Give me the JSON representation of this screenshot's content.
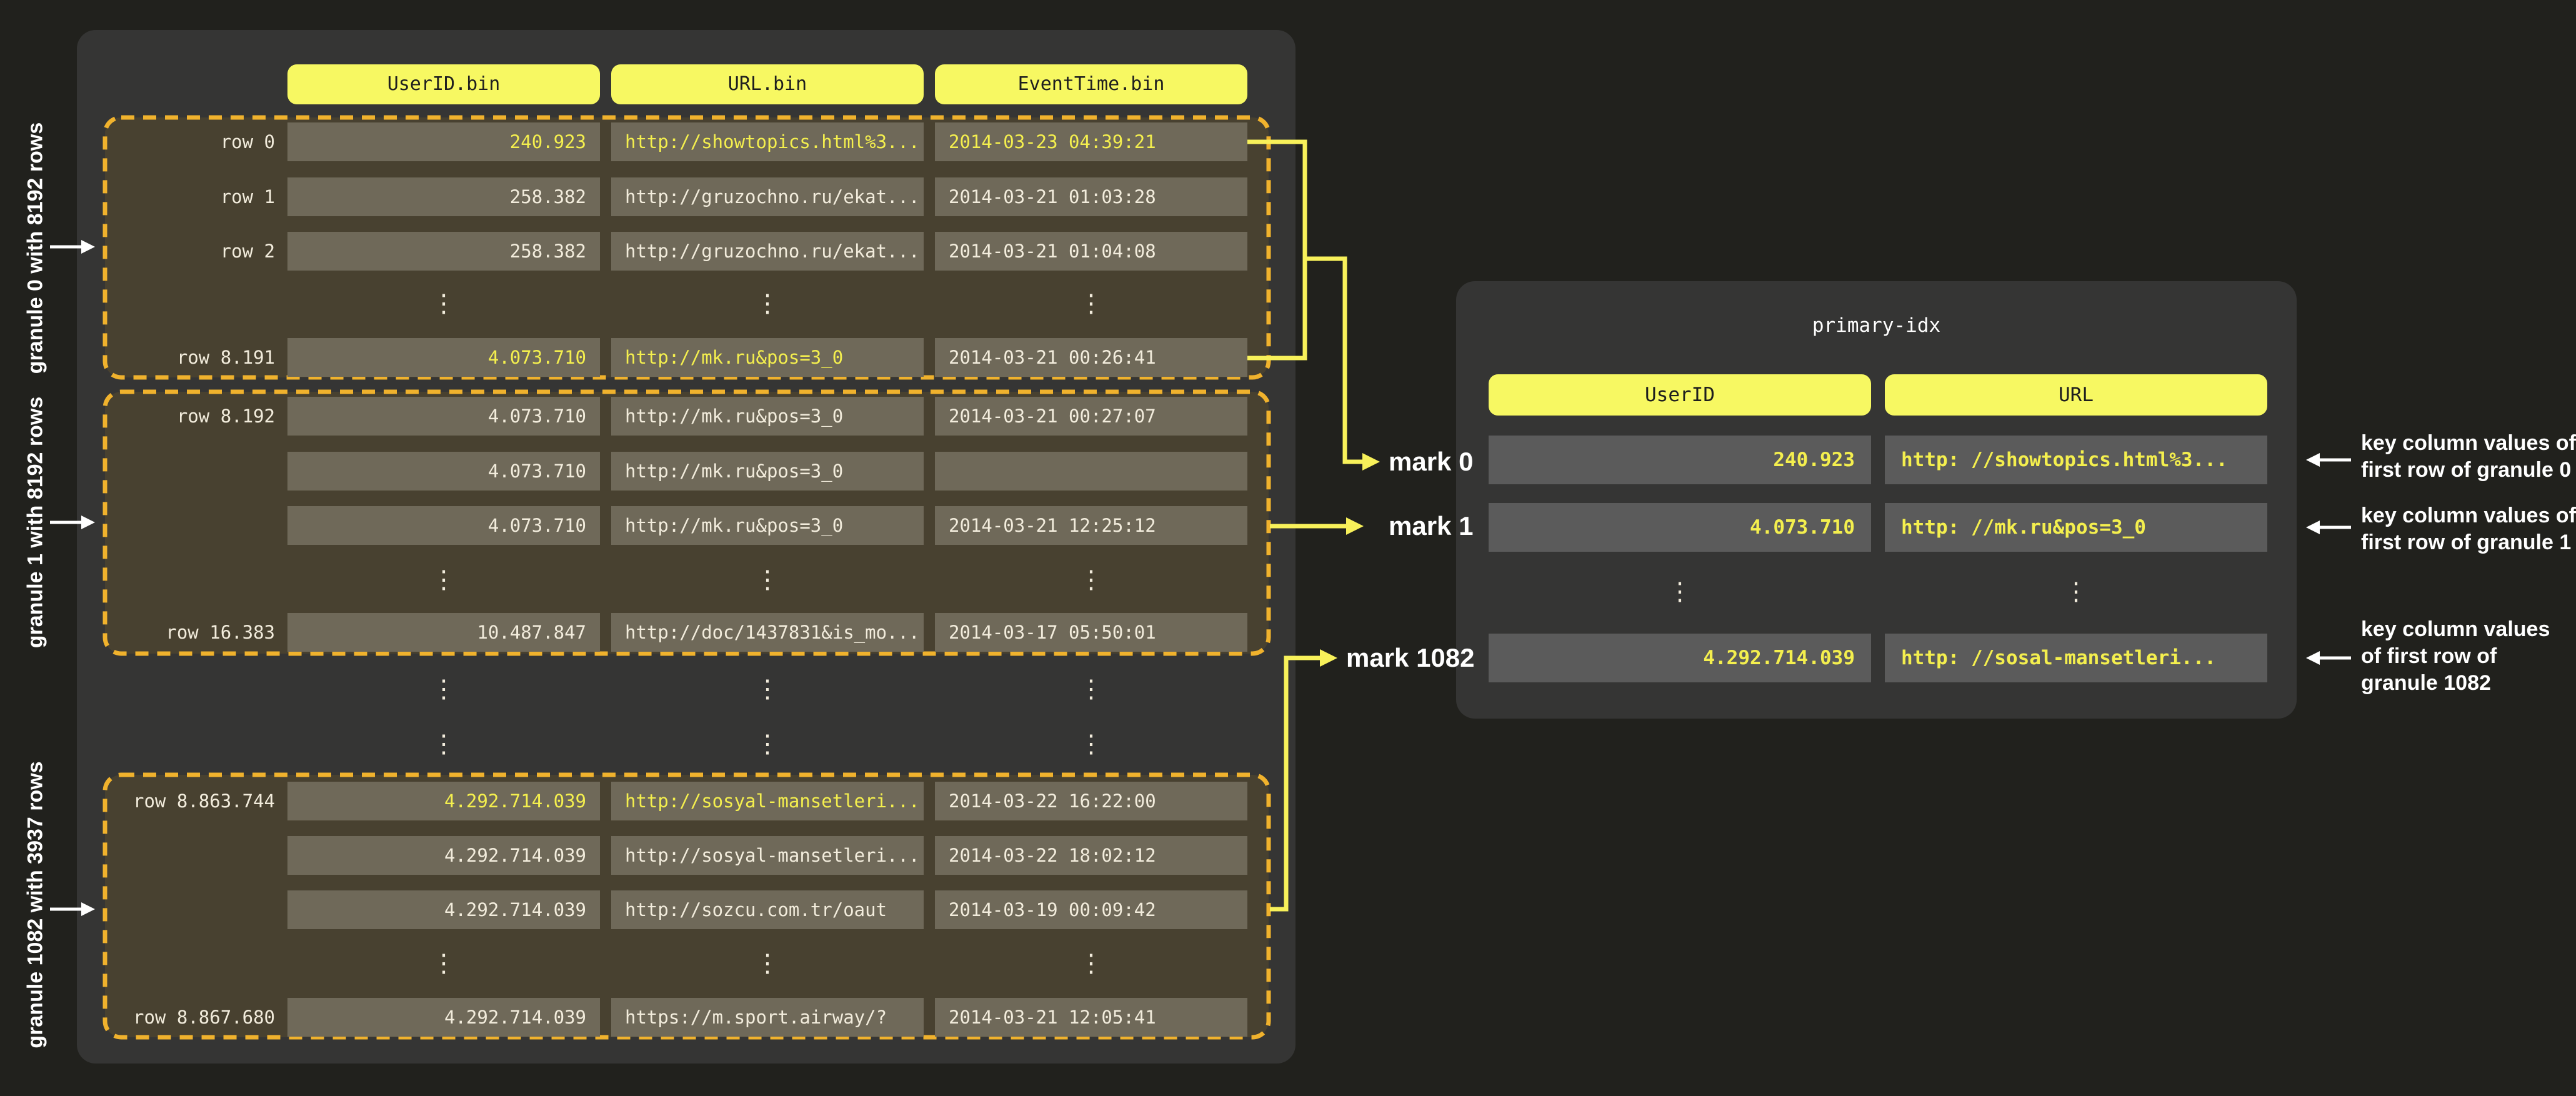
{
  "colors": {
    "page_background": "#21211d",
    "panel_background": "#353534",
    "granule_fill": "#484130",
    "granule_dash": "#f0b22d",
    "bin_cell_background": "#6f6959",
    "index_cell_background": "#5b5b5b",
    "header_yellow": "#f7f862",
    "highlight_yellow": "#f4ef4e",
    "line_yellow": "#f8f15a",
    "text_cream": "#f2ecdc"
  },
  "glyphs": {
    "vertical_dots": "⋮"
  },
  "bin_table": {
    "column_headers": [
      "UserID.bin",
      "URL.bin",
      "EventTime.bin"
    ],
    "granules": [
      {
        "side_label": "granule 0 with 8192 rows",
        "rows": [
          {
            "label": "row 0",
            "user_id": "240.923",
            "url": "http://showtopics.html%3...",
            "event_time": "2014-03-23 04:39:21"
          },
          {
            "label": "row 1",
            "user_id": "258.382",
            "url": "http://gruzochno.ru/ekat...",
            "event_time": "2014-03-21 01:03:28"
          },
          {
            "label": "row 2",
            "user_id": "258.382",
            "url": "http://gruzochno.ru/ekat...",
            "event_time": "2014-03-21 01:04:08"
          },
          {
            "label": "row 8.191",
            "user_id": "4.073.710",
            "url": "http://mk.ru&pos=3_0",
            "event_time": "2014-03-21 00:26:41"
          }
        ]
      },
      {
        "side_label": "granule 1 with 8192 rows",
        "rows": [
          {
            "label": "row 8.192",
            "user_id": "4.073.710",
            "url": "http://mk.ru&pos=3_0",
            "event_time": "2014-03-21 00:27:07"
          },
          {
            "label": "",
            "user_id": "4.073.710",
            "url": "http://mk.ru&pos=3_0",
            "event_time": ""
          },
          {
            "label": "",
            "user_id": "4.073.710",
            "url": "http://mk.ru&pos=3_0",
            "event_time": "2014-03-21 12:25:12"
          },
          {
            "label": "row 16.383",
            "user_id": "10.487.847",
            "url": "http://doc/1437831&is_mo...",
            "event_time": "2014-03-17 05:50:01"
          }
        ]
      },
      {
        "side_label": "granule 1082  with  3937 rows",
        "rows": [
          {
            "label": "row 8.863.744",
            "user_id": "4.292.714.039",
            "url": "http://sosyal-mansetleri...",
            "event_time": "2014-03-22 16:22:00"
          },
          {
            "label": "",
            "user_id": "4.292.714.039",
            "url": "http://sosyal-mansetleri...",
            "event_time": "2014-03-22 18:02:12"
          },
          {
            "label": "",
            "user_id": "4.292.714.039",
            "url": "http://sozcu.com.tr/oaut",
            "event_time": "2014-03-19 00:09:42"
          },
          {
            "label": "row 8.867.680",
            "user_id": "4.292.714.039",
            "url": "https://m.sport.airway/?",
            "event_time": "2014-03-21 12:05:41"
          }
        ]
      }
    ]
  },
  "marks": [
    {
      "label": "mark 0"
    },
    {
      "label": "mark 1"
    },
    {
      "label": "mark 1082"
    }
  ],
  "primary_index": {
    "title": "primary-idx",
    "column_headers": [
      "UserID",
      "URL"
    ],
    "rows": [
      {
        "user_id": "240.923",
        "url": "http: //showtopics.html%3..."
      },
      {
        "user_id": "4.073.710",
        "url": "http: //mk.ru&pos=3_0"
      },
      {
        "user_id": "4.292.714.039",
        "url": "http: //sosal-mansetleri..."
      }
    ],
    "annotations": [
      {
        "line1": "key column values of",
        "line2": "first row of granule 0",
        "line3": ""
      },
      {
        "line1": "key column values of",
        "line2": "first row of granule 1",
        "line3": ""
      },
      {
        "line1": "key column values",
        "line2": "of first row of",
        "line3": "granule 1082"
      }
    ]
  }
}
